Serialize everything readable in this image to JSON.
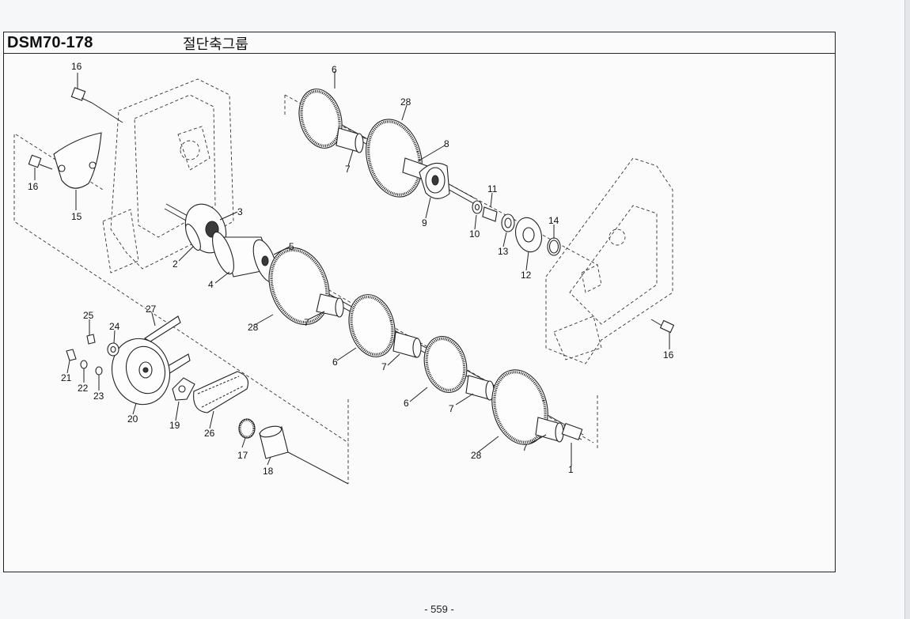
{
  "header": {
    "code": "DSM70-178",
    "group_name": "절단축그룹"
  },
  "footer": {
    "page_number": "- 559 -"
  },
  "callouts": [
    "16",
    "15",
    "16",
    "2",
    "3",
    "4",
    "5",
    "28",
    "7",
    "6",
    "7",
    "6",
    "7",
    "28",
    "7",
    "1",
    "6",
    "28",
    "7",
    "8",
    "9",
    "10",
    "11",
    "13",
    "14",
    "12",
    "16",
    "25",
    "24",
    "27",
    "21",
    "22",
    "23",
    "20",
    "19",
    "26",
    "17",
    "18"
  ]
}
